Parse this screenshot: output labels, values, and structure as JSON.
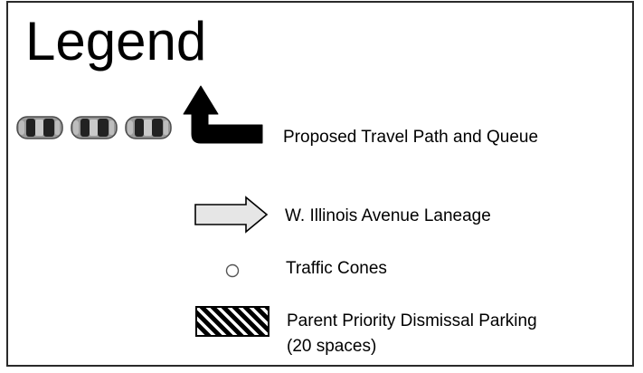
{
  "legend": {
    "title": "Legend",
    "items": [
      {
        "id": "travel-path",
        "label": "Proposed Travel Path and Queue"
      },
      {
        "id": "laneage",
        "label": "W. Illinois Avenue Laneage"
      },
      {
        "id": "cones",
        "label": "Traffic Cones"
      },
      {
        "id": "parking",
        "label_line1": "Parent Priority Dismissal Parking",
        "label_line2": "(20 spaces)"
      }
    ]
  },
  "colors": {
    "border": "#2a2a2a",
    "arrow_fill_light": "#e6e6e6",
    "path_arrow": "#000000",
    "car_body": "#9a9a9a"
  }
}
